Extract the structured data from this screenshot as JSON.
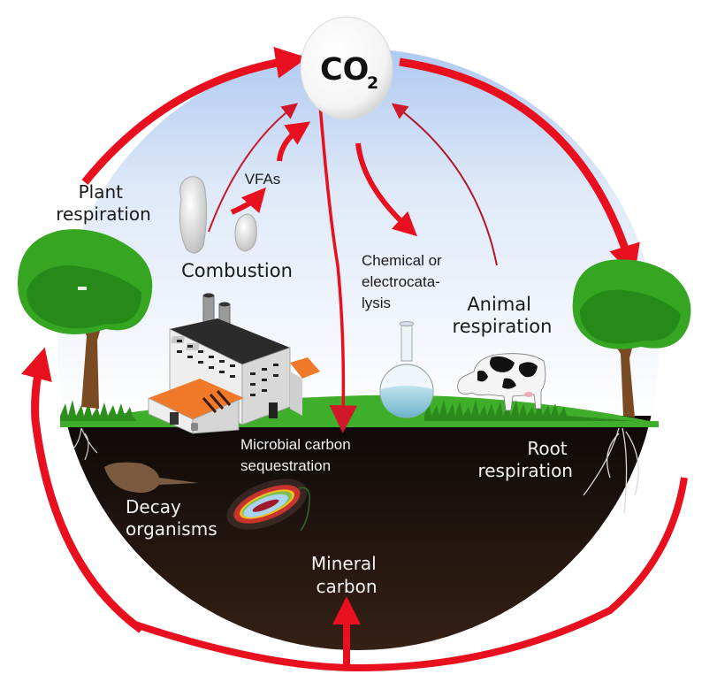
{
  "title": "Carbon cycle",
  "center_node": {
    "label": "CO",
    "subscript": "2"
  },
  "labels": {
    "plant_respiration": [
      "Plant",
      "respiration"
    ],
    "combustion": "Combustion",
    "vfas": "VFAs",
    "chemical_catalysis": [
      "Chemical or",
      "electrocata-",
      "lysis"
    ],
    "animal_respiration": [
      "Animal",
      "respiration"
    ],
    "microbial_sequestration": [
      "Microbial carbon",
      "sequestration"
    ],
    "root_respiration": [
      "Root",
      "respiration"
    ],
    "decay_organisms": [
      "Decay",
      "organisms"
    ],
    "mineral_carbon": [
      "Mineral",
      "carbon"
    ]
  },
  "colors": {
    "arrow": "#e8101e",
    "thin_arrow": "#b01828",
    "sky_top": "#a9c6ef",
    "sky_bottom": "#ffffff",
    "grass": "#3fae2a",
    "soil_top": "#0d0a08",
    "soil_bottom": "#3a2216",
    "tree": "#2e9a1c",
    "trunk": "#7a4a22",
    "factory_roof": "#f07a2a"
  }
}
